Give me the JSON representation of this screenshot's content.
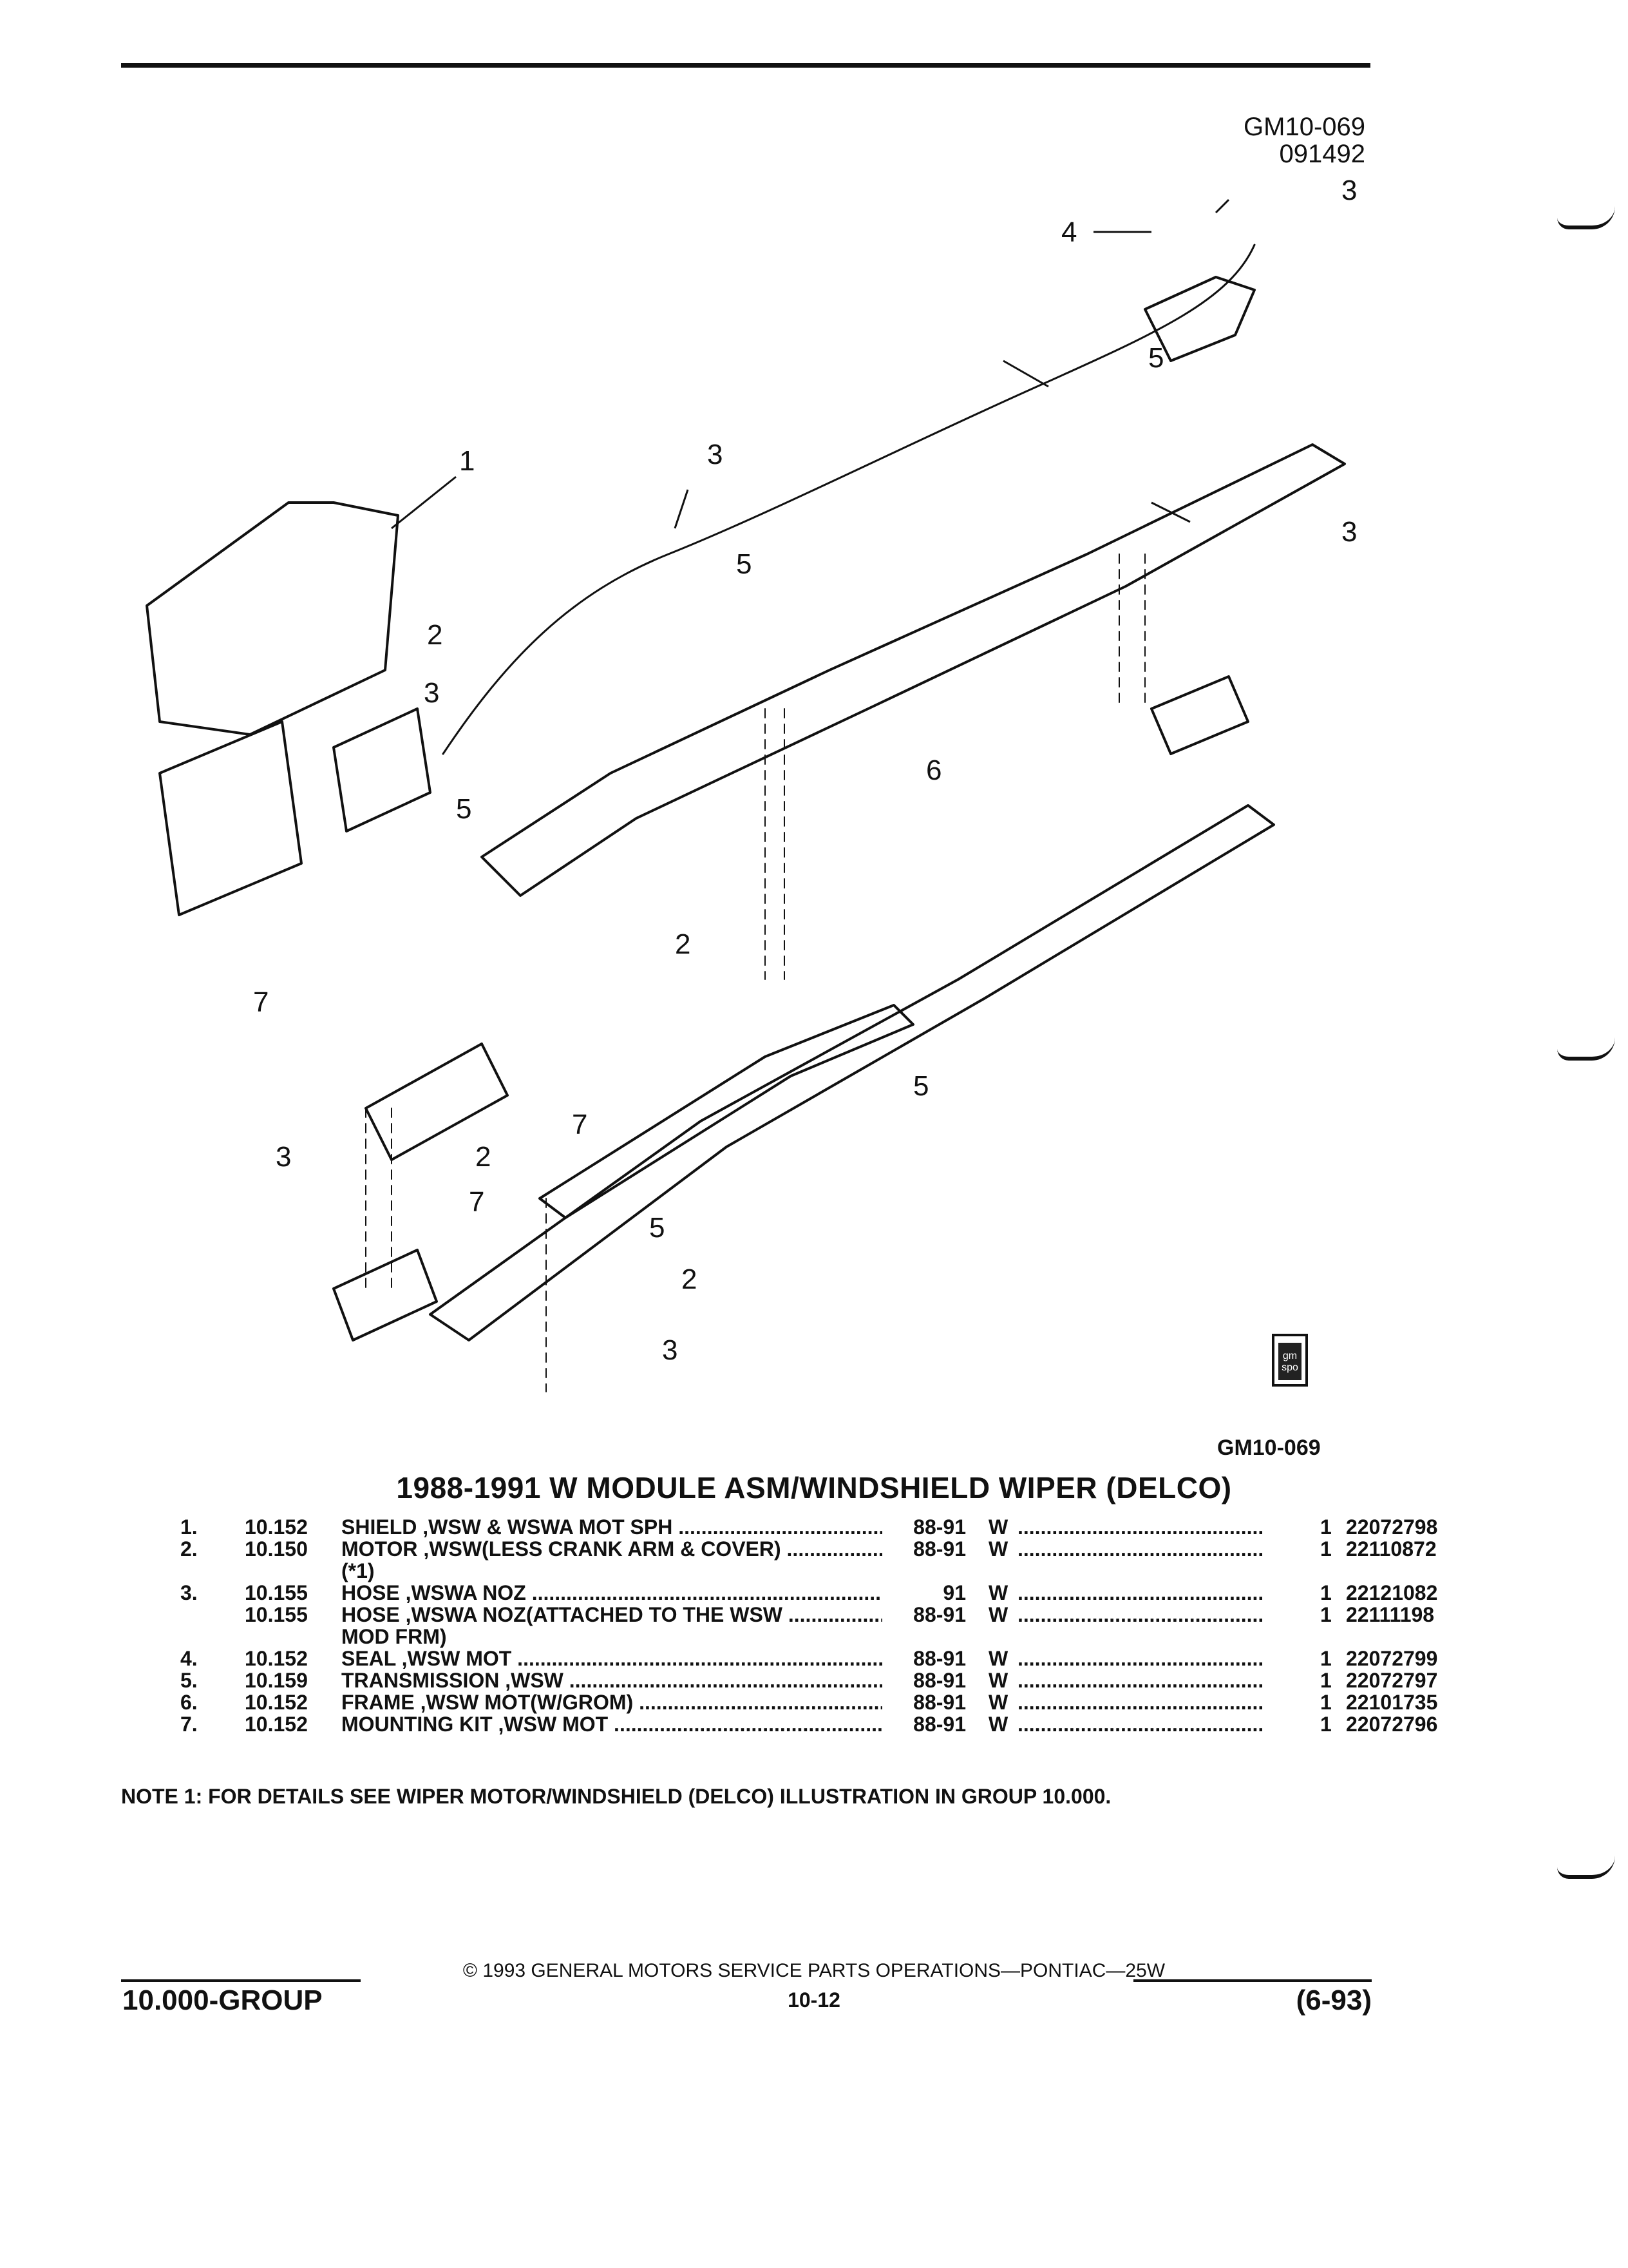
{
  "header": {
    "code1": "GM10-069",
    "code2": "091492"
  },
  "diagram": {
    "callouts": [
      "1",
      "2",
      "3",
      "3",
      "3",
      "3",
      "3",
      "4",
      "5",
      "5",
      "5",
      "5",
      "5",
      "2",
      "2",
      "2",
      "6",
      "7",
      "7",
      "7",
      "3"
    ]
  },
  "figure_code": "GM10-069",
  "title": "1988-1991 W MODULE ASM/WINDSHIELD WIPER (DELCO)",
  "parts": [
    {
      "num": "1.",
      "group": "10.152",
      "desc": "SHIELD ,WSW & WSWA MOT SPH",
      "desc2": "",
      "years": "88-91",
      "body": "W",
      "qty": "1",
      "pn": "22072798"
    },
    {
      "num": "2.",
      "group": "10.150",
      "desc": "MOTOR ,WSW(LESS CRANK ARM & COVER)",
      "desc2": "(*1)",
      "years": "88-91",
      "body": "W",
      "qty": "1",
      "pn": "22110872"
    },
    {
      "num": "3.",
      "group": "10.155",
      "desc": "HOSE ,WSWA NOZ",
      "desc2": "",
      "years": "91",
      "body": "W",
      "qty": "1",
      "pn": "22121082"
    },
    {
      "num": "",
      "group": "10.155",
      "desc": "HOSE ,WSWA NOZ(ATTACHED TO THE WSW",
      "desc2": "MOD FRM)",
      "years": "88-91",
      "body": "W",
      "qty": "1",
      "pn": "22111198"
    },
    {
      "num": "4.",
      "group": "10.152",
      "desc": "SEAL ,WSW MOT",
      "desc2": "",
      "years": "88-91",
      "body": "W",
      "qty": "1",
      "pn": "22072799"
    },
    {
      "num": "5.",
      "group": "10.159",
      "desc": "TRANSMISSION ,WSW",
      "desc2": "",
      "years": "88-91",
      "body": "W",
      "qty": "1",
      "pn": "22072797"
    },
    {
      "num": "6.",
      "group": "10.152",
      "desc": "FRAME ,WSW MOT(W/GROM)",
      "desc2": "",
      "years": "88-91",
      "body": "W",
      "qty": "1",
      "pn": "22101735"
    },
    {
      "num": "7.",
      "group": "10.152",
      "desc": "MOUNTING KIT ,WSW MOT",
      "desc2": "",
      "years": "88-91",
      "body": "W",
      "qty": "1",
      "pn": "22072796"
    }
  ],
  "note": "NOTE  1:  FOR DETAILS SEE WIPER MOTOR/WINDSHIELD (DELCO) ILLUSTRATION IN GROUP 10.000.",
  "footer": {
    "copyright": "© 1993 GENERAL MOTORS SERVICE PARTS OPERATIONS—PONTIAC—25W",
    "left": "10.000-GROUP",
    "page": "10-12",
    "right": "(6-93)"
  },
  "logo": {
    "text": "gm spo"
  }
}
